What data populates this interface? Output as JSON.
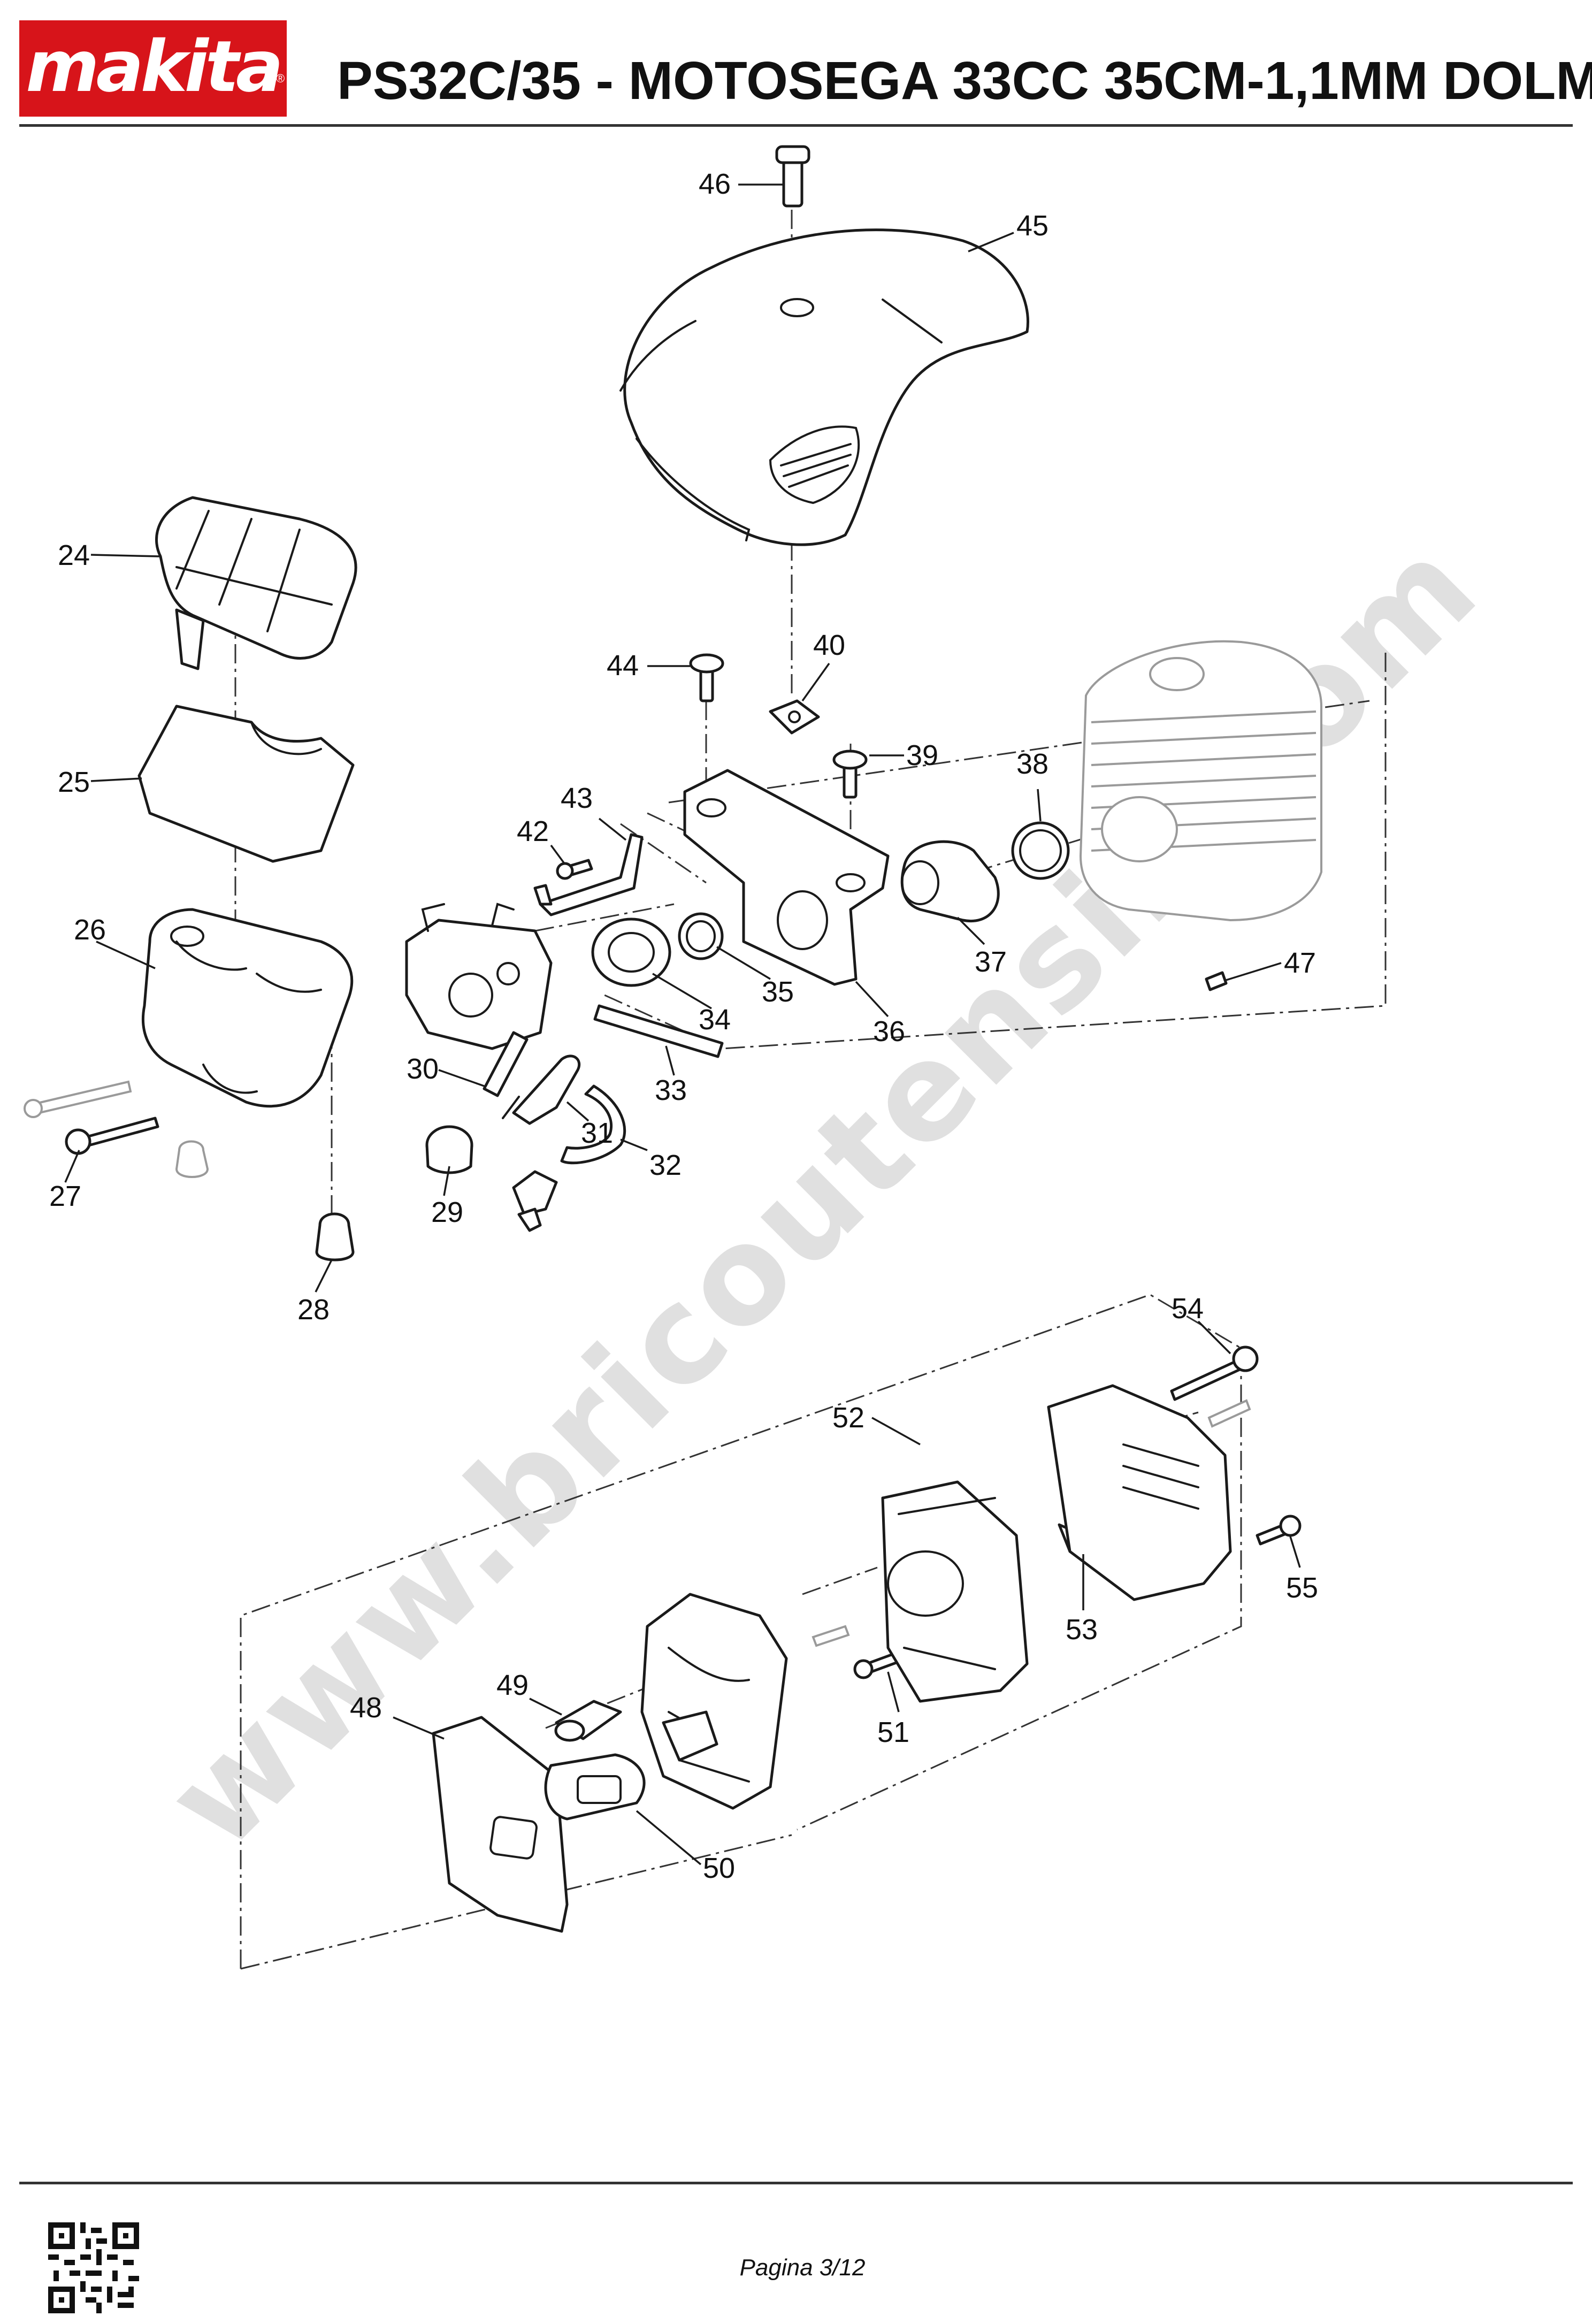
{
  "header": {
    "brand": "makita",
    "brand_mark": "®",
    "title": "PS32C/35 - MOTOSEGA 33CC 35CM-1,1MM DOLM"
  },
  "diagram": {
    "watermark": "www.bricoutensili.com",
    "part_numbers": [
      "24",
      "25",
      "26",
      "27",
      "28",
      "29",
      "30",
      "31",
      "32",
      "33",
      "34",
      "35",
      "36",
      "37",
      "38",
      "39",
      "40",
      "42",
      "43",
      "44",
      "45",
      "46",
      "47",
      "48",
      "49",
      "50",
      "51",
      "52",
      "53",
      "54",
      "55"
    ]
  },
  "footer": {
    "page": "Pagina 3/12"
  },
  "colors": {
    "brand_red": "#d7141a",
    "line": "#1a1a1a"
  },
  "icons": {
    "qr_code": "qr-code-icon"
  }
}
